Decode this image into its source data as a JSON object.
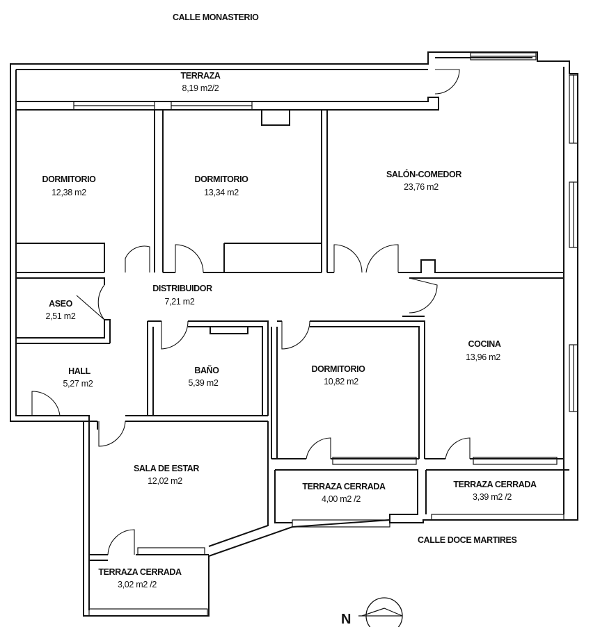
{
  "streets": {
    "top": "CALLE MONASTERIO",
    "bottom": "CALLE DOCE MARTIRES"
  },
  "compass": {
    "letter": "N",
    "icon": "north-arrow-icon"
  },
  "rooms": {
    "terraza_top": {
      "name": "TERRAZA",
      "area": "8,19 m2/2"
    },
    "dormitorio_1": {
      "name": "DORMITORIO",
      "area": "12,38 m2"
    },
    "dormitorio_2": {
      "name": "DORMITORIO",
      "area": "13,34 m2"
    },
    "salon": {
      "name": "SALÓN-COMEDOR",
      "area": "23,76 m2"
    },
    "distribuidor": {
      "name": "DISTRIBUIDOR",
      "area": "7,21 m2"
    },
    "aseo": {
      "name": "ASEO",
      "area": "2,51 m2"
    },
    "hall": {
      "name": "HALL",
      "area": "5,27 m2"
    },
    "bano": {
      "name": "BAÑO",
      "area": "5,39 m2"
    },
    "dormitorio_3": {
      "name": "DORMITORIO",
      "area": "10,82 m2"
    },
    "cocina": {
      "name": "COCINA",
      "area": "13,96 m2"
    },
    "sala_estar": {
      "name": "SALA DE ESTAR",
      "area": "12,02 m2"
    },
    "terraza_cerrada_1": {
      "name": "TERRAZA CERRADA",
      "area": "4,00 m2 /2"
    },
    "terraza_cerrada_2": {
      "name": "TERRAZA CERRADA",
      "area": "3,39 m2 /2"
    },
    "terraza_cerrada_3": {
      "name": "TERRAZA CERRADA",
      "area": "3,02 m2 /2"
    }
  }
}
